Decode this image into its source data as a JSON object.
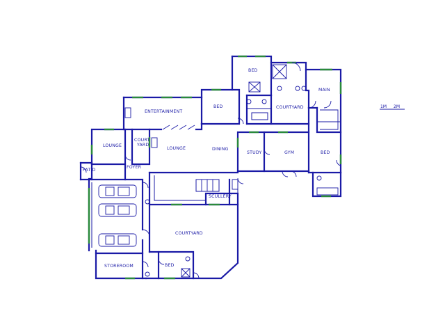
{
  "rooms": {
    "bed_top": "BED",
    "main": "MAIN",
    "bed_mid": "BED",
    "courtyard_top": "COURTYARD",
    "entertainment": "ENTERTAINMENT",
    "lounge_left": "LOUNGE",
    "court_yard_small_1": "COURT",
    "court_yard_small_2": "YARD",
    "lounge_center": "LOUNGE",
    "dining": "DINING",
    "study": "STUDY",
    "gym": "GYM",
    "bed_right": "BED",
    "patio": "PATIO",
    "foyer": "FOYER",
    "scullery": "SCULLERY",
    "courtyard_bottom": "COURTYARD",
    "storeroom": "STOREROOM",
    "bed_bottom": "BED"
  },
  "scale": {
    "one": "1M",
    "two": "2M"
  },
  "colors": {
    "wall": "#1a1aa6",
    "window": "#2a8a3a"
  }
}
